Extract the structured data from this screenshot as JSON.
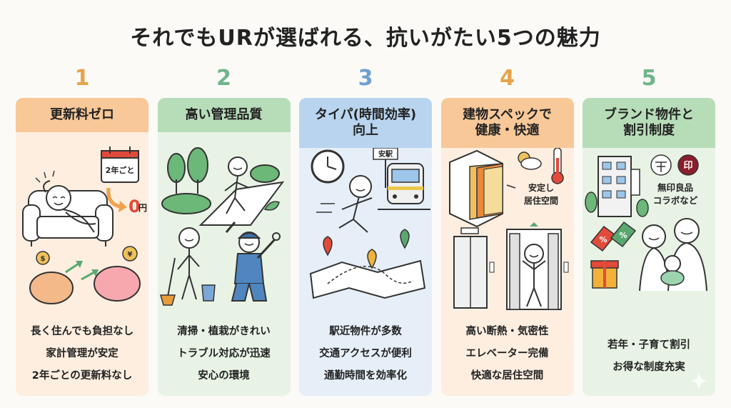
{
  "title": "それでもURが選ばれる、抗いがたい5つの魅力",
  "theme": {
    "c1": "#f0a24c",
    "c2": "#8cc29a",
    "c3": "#7aa8d6",
    "c4": "#f0a24c",
    "c5": "#8cc29a"
  },
  "columns": [
    {
      "number": "1",
      "header": "更新料ゼロ",
      "illustration_text": {
        "calendar": "2年ごと",
        "price": "0",
        "yen": "円"
      },
      "bullets": [
        "長く住んでも負担なし",
        "家計管理が安定",
        "2年ごとの更新料なし"
      ]
    },
    {
      "number": "2",
      "header": "高い管理品質",
      "bullets": [
        "清掃・植栽がきれい",
        "トラブル対応が迅速",
        "安心の環境"
      ]
    },
    {
      "number": "3",
      "header_line1": "タイパ(時間効率)",
      "header_line2": "向上",
      "illustration_text": {
        "station_sign": "安駅"
      },
      "bullets": [
        "駅近物件が多数",
        "交通アクセスが便利",
        "通勤時間を効率化"
      ]
    },
    {
      "number": "4",
      "header_line1": "建物スペックで",
      "header_line2": "健康・快適",
      "illustration_text": {
        "callout_line1": "安定し",
        "callout_line2": "居住空間"
      },
      "bullets": [
        "高い断熱・気密性",
        "エレベーター完備",
        "快適な居住空間"
      ]
    },
    {
      "number": "5",
      "header_line1": "ブランド物件と",
      "header_line2": "割引制度",
      "illustration_text": {
        "logo_mark": "印",
        "collab_line1": "無印良品",
        "collab_line2": "コラボなど",
        "tag": "%"
      },
      "bullets": [
        "若年・子育て割引",
        "お得な制度充実"
      ]
    }
  ]
}
